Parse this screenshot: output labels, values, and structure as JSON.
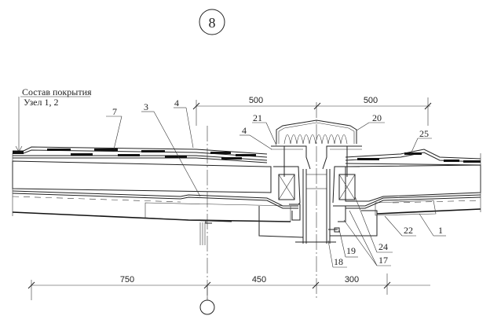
{
  "drawing": {
    "node_number": "8",
    "composition_label": {
      "line1": "Состав покрытия",
      "line2": "Узел 1, 2"
    },
    "top_dimensions": [
      "500",
      "500"
    ],
    "bottom_dimensions": [
      "750",
      "450",
      "300"
    ],
    "callouts": [
      {
        "id": "c7",
        "label": "7"
      },
      {
        "id": "c3",
        "label": "3"
      },
      {
        "id": "c4a",
        "label": "4"
      },
      {
        "id": "c21",
        "label": "21"
      },
      {
        "id": "c4b",
        "label": "4"
      },
      {
        "id": "c20",
        "label": "20"
      },
      {
        "id": "c25",
        "label": "25"
      },
      {
        "id": "c22",
        "label": "22"
      },
      {
        "id": "c1",
        "label": "1"
      },
      {
        "id": "c24",
        "label": "24"
      },
      {
        "id": "c17",
        "label": "17"
      },
      {
        "id": "c19",
        "label": "19"
      },
      {
        "id": "c18",
        "label": "18"
      }
    ],
    "axis_marker_label": ""
  }
}
